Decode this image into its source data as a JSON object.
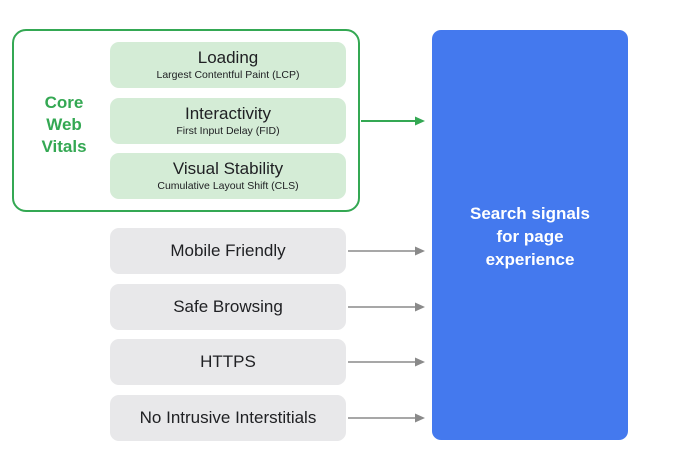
{
  "core_web_vitals": {
    "label": "Core\nWeb\nVitals",
    "items": [
      {
        "title": "Loading",
        "subtitle": "Largest Contentful Paint (LCP)"
      },
      {
        "title": "Interactivity",
        "subtitle": "First Input Delay (FID)"
      },
      {
        "title": "Visual Stability",
        "subtitle": "Cumulative Layout Shift (CLS)"
      }
    ]
  },
  "signals": [
    {
      "label": "Mobile Friendly"
    },
    {
      "label": "Safe Browsing"
    },
    {
      "label": "HTTPS"
    },
    {
      "label": "No Intrusive Interstitials"
    }
  ],
  "target": {
    "label": "Search signals\nfor page\nexperience"
  },
  "colors": {
    "core_green": "#34a853",
    "vital_fill": "#d4ecd6",
    "signal_fill": "#e8e8ea",
    "target_blue": "#4479ee",
    "arrow_gray": "#8a8a8a"
  }
}
